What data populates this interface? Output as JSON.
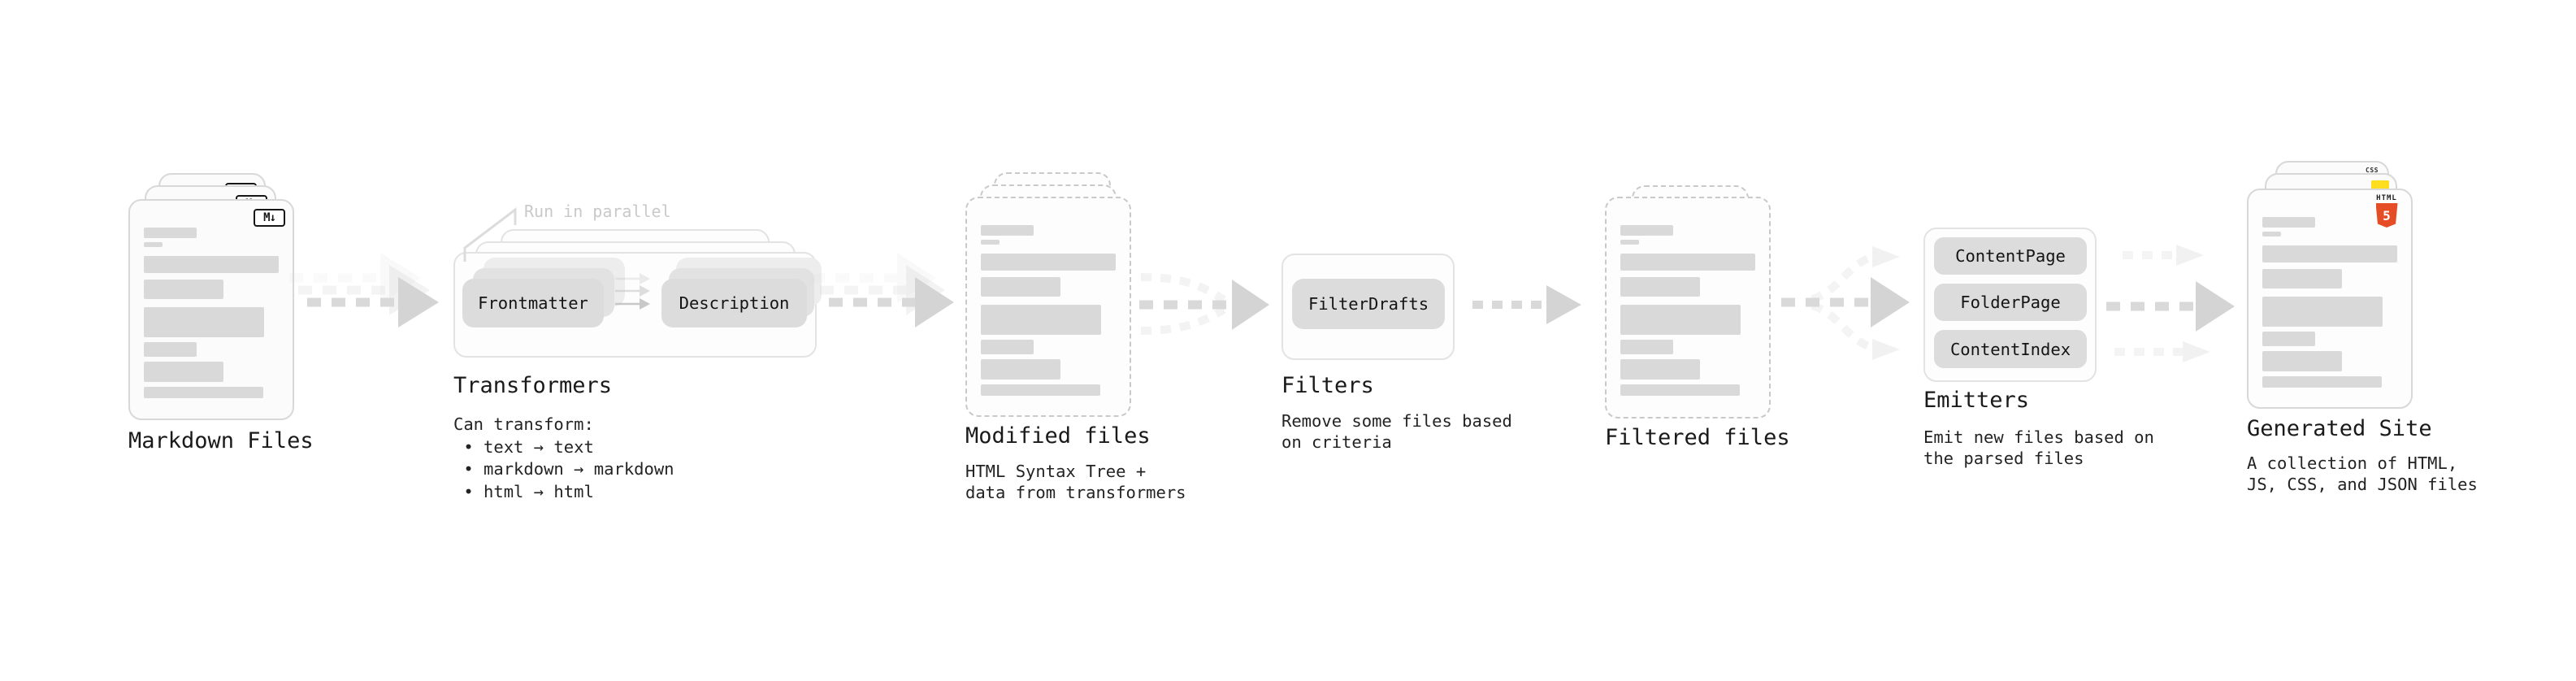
{
  "markdown": {
    "label": "Markdown Files",
    "badge": "M↓"
  },
  "transformers": {
    "note": "Run in parallel",
    "pill_left": "Frontmatter",
    "pill_right": "Description",
    "label": "Transformers",
    "desc": "Can transform:\n • text → text\n • markdown → markdown\n • html → html"
  },
  "modified": {
    "label": "Modified files",
    "desc": "HTML Syntax Tree +\ndata from transformers"
  },
  "filters": {
    "pill": "FilterDrafts",
    "label": "Filters",
    "desc": "Remove some files based\non criteria"
  },
  "filtered": {
    "label": "Filtered files"
  },
  "emitters": {
    "pills": [
      "ContentPage",
      "FolderPage",
      "ContentIndex"
    ],
    "label": "Emitters",
    "desc": "Emit new files based on\nthe parsed files"
  },
  "generated": {
    "label": "Generated Site",
    "desc": "A collection of HTML,\nJS, CSS, and JSON files",
    "css_badge": "CSS",
    "html_badge_top": "HTML",
    "html_badge_number": "5"
  },
  "colors": {
    "html5_orange": "#e44d26",
    "js_yellow": "#ffdd1f",
    "css_blue": "#2966f1",
    "arrow_gray": "#d9d9d9",
    "bar_gray": "#d9d9d9"
  }
}
